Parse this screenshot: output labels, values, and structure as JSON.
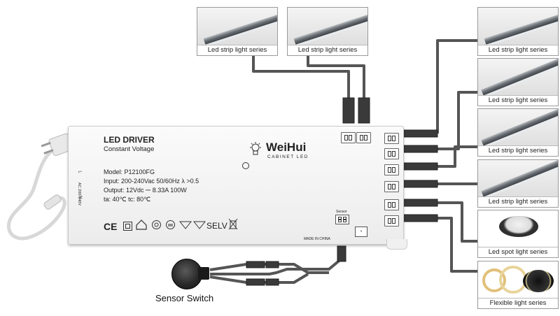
{
  "top_outputs": [
    {
      "label": "Led strip light series"
    },
    {
      "label": "Led strip light series"
    }
  ],
  "right_outputs": [
    {
      "label": "Led strip light series"
    },
    {
      "label": "Led strip light series"
    },
    {
      "label": "Led strip light series"
    },
    {
      "label": "Led strip light series"
    },
    {
      "label": "Led spot light series"
    },
    {
      "label": "Flexible light series"
    }
  ],
  "driver": {
    "title": "LED DRIVER",
    "subtitle": "Constant Voltage",
    "model": "Model: P12100FG",
    "input": "Input: 200-240Vac   50/60Hz   λ >0.5",
    "output": "Output: 12Vdc ⎓ 8.33A   100W",
    "temps": "ta: 40℃   tc: 80℃",
    "selv": "SELV",
    "made_in": "MADE IN CHINA",
    "sensor_port_label": "Sensor",
    "brand": "WeiHui",
    "brand_sub": "CABINET LED",
    "ce": "CE",
    "ac_l": "L",
    "ac_n": "N",
    "ac_spec": "AC 200-240V"
  },
  "sensor_switch_label": "Sensor Switch",
  "colors": {
    "cable": "#5a5a5a",
    "card_border": "#9a9a9a"
  }
}
